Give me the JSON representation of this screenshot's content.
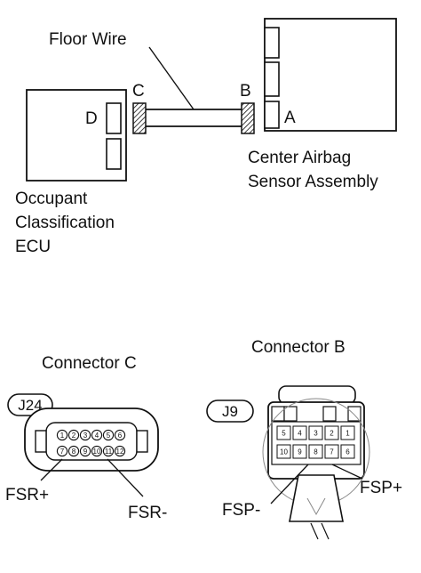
{
  "wiring": {
    "floor_wire_label": "Floor Wire",
    "connector_letters": {
      "a": "A",
      "b": "B",
      "c": "C",
      "d": "D"
    },
    "center_airbag": {
      "line1": "Center Airbag",
      "line2": "Sensor Assembly"
    },
    "occupant_ecu": {
      "line1": "Occupant",
      "line2": "Classification",
      "line3": "ECU"
    }
  },
  "connector_c": {
    "title": "Connector C",
    "code": "J24",
    "pins_top": [
      "1",
      "2",
      "3",
      "4",
      "5",
      "6"
    ],
    "pins_bottom": [
      "7",
      "8",
      "9",
      "10",
      "11",
      "12"
    ],
    "label_left": "FSR+",
    "label_right": "FSR-"
  },
  "connector_b": {
    "title": "Connector B",
    "code": "J9",
    "pins_top": [
      "5",
      "4",
      "3",
      "2",
      "1"
    ],
    "pins_bottom": [
      "10",
      "9",
      "8",
      "7",
      "6"
    ],
    "label_left": "FSP-",
    "label_right": "FSP+"
  }
}
